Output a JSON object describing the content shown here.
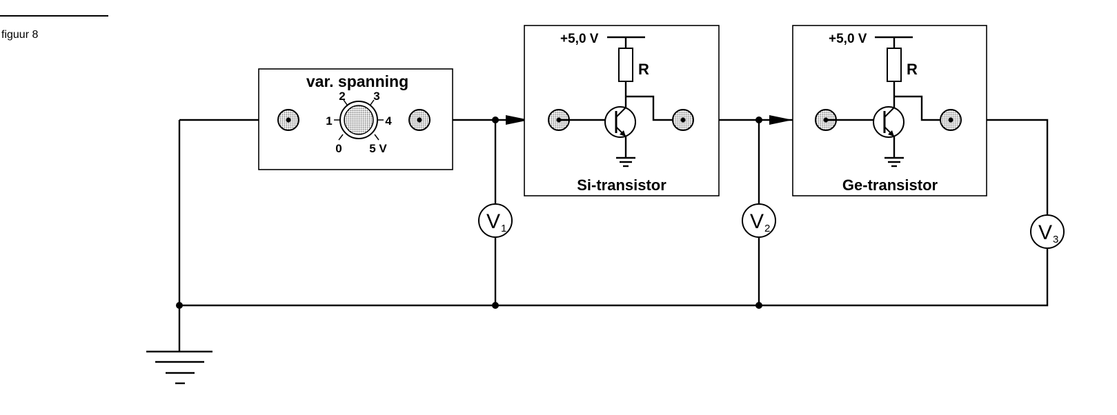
{
  "figure_label": "figuur 8",
  "source": {
    "title": "var. spanning",
    "dial": {
      "marks": [
        "0",
        "1",
        "2",
        "3",
        "4",
        "5 V"
      ]
    }
  },
  "modules": [
    {
      "name": "Si-transistor",
      "supply": "+5,0 V",
      "resistor": "R"
    },
    {
      "name": "Ge-transistor",
      "supply": "+5,0 V",
      "resistor": "R"
    }
  ],
  "meters": [
    {
      "letter": "V",
      "index": "1"
    },
    {
      "letter": "V",
      "index": "2"
    },
    {
      "letter": "V",
      "index": "3"
    }
  ],
  "colors": {
    "line": "#000000",
    "socket_fill": "#b8b8b8",
    "background": "#ffffff"
  }
}
